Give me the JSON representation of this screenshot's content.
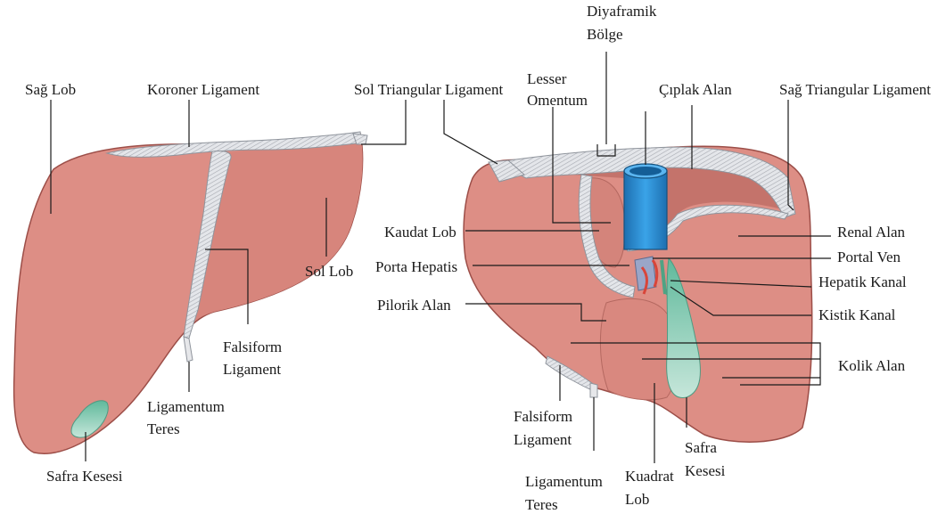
{
  "colors": {
    "liver": "#dd8e85",
    "liver_dark": "#c9786f",
    "liver_shadow": "#b8665e",
    "ligament": "#d9dbe0",
    "gallbladder": "#a9d6c7",
    "vena_cava": "#2b8fd4",
    "portal_vein": "#9aa6c8",
    "artery": "#d8453a",
    "bile_duct": "#7fc4a4",
    "line": "#1a1a1a"
  },
  "left_view": {
    "labels": {
      "sag_lob": "Sağ Lob",
      "koroner_ligament": "Koroner Ligament",
      "sol_triangular_ligament": "Sol Triangular Ligament",
      "sol_lob": "Sol Lob",
      "falsiform_1": "Falsiform",
      "falsiform_2": "Ligament",
      "ligamentum_1": "Ligamentum",
      "ligamentum_2": "Teres",
      "safra_kesesi": "Safra Kesesi"
    }
  },
  "right_view": {
    "labels": {
      "diyaframik_1": "Diyaframik",
      "diyaframik_2": "Bölge",
      "lesser_1": "Lesser",
      "lesser_2": "Omentum",
      "ciplak_alan": "Çıplak Alan",
      "sag_triangular_ligament": "Sağ Triangular Ligament",
      "kaudat_lob": "Kaudat Lob",
      "porta_hepatis": "Porta Hepatis",
      "pilorik_alan": "Pilorik Alan",
      "renal_alan": "Renal Alan",
      "portal_ven": "Portal Ven",
      "hepatik_kanal": "Hepatik Kanal",
      "kistik_kanal": "Kistik Kanal",
      "kolik_alan": "Kolik Alan",
      "falsiform_1": "Falsiform",
      "falsiform_2": "Ligament",
      "ligamentum_1": "Ligamentum",
      "ligamentum_2": "Teres",
      "kuadrat_1": "Kuadrat",
      "kuadrat_2": "Lob",
      "safra_1": "Safra",
      "safra_2": "Kesesi"
    }
  }
}
